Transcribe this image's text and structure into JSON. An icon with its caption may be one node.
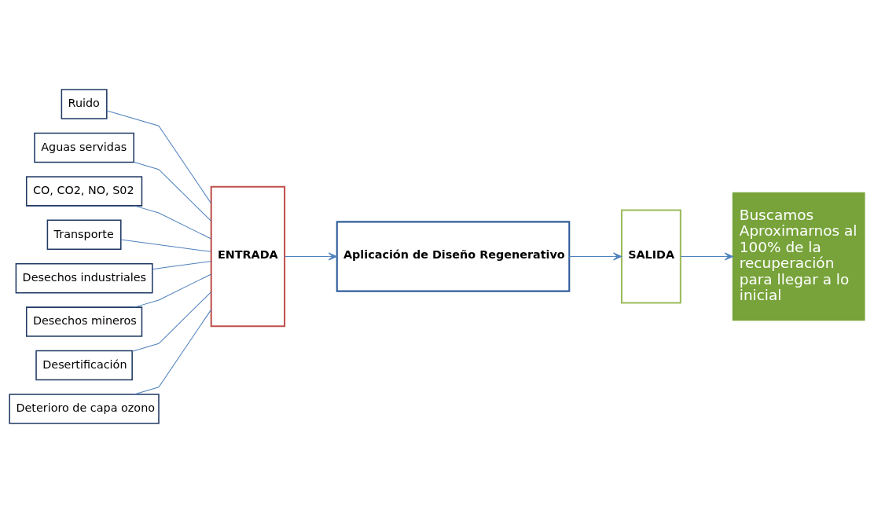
{
  "diagram": {
    "nodes": [
      {
        "text": [
          "Ruido"
        ]
      },
      {
        "text": [
          "Aguas servidas"
        ]
      },
      {
        "text": [
          "CO, CO2, NO, S02"
        ]
      },
      {
        "text": [
          "Transporte"
        ]
      },
      {
        "text": [
          "Desechos industriales"
        ]
      },
      {
        "text": [
          "Desechos mineros"
        ]
      },
      {
        "text": [
          "Desertificación"
        ]
      },
      {
        "text": [
          "Deterioro de capa ozono"
        ]
      },
      {
        "text": [
          "ENTRADA"
        ]
      },
      {
        "text": [
          "Aplicación de Diseño Regenerativo"
        ]
      },
      {
        "text": [
          "SALIDA"
        ]
      },
      {
        "text": [
          "Buscamos Aproximarnos al 100% de la recuperación para llegar a lo inicial"
        ]
      }
    ],
    "edges": [
      {
        "from": 0,
        "to": 8,
        "arrow": "none"
      },
      {
        "from": 1,
        "to": 8,
        "arrow": "none"
      },
      {
        "from": 2,
        "to": 8,
        "arrow": "none"
      },
      {
        "from": 3,
        "to": 8,
        "arrow": "none"
      },
      {
        "from": 4,
        "to": 8,
        "arrow": "none"
      },
      {
        "from": 5,
        "to": 8,
        "arrow": "none"
      },
      {
        "from": 6,
        "to": 8,
        "arrow": "none"
      },
      {
        "from": 7,
        "to": 8,
        "arrow": "none"
      },
      {
        "from": 8,
        "to": 9,
        "arrow": "to"
      },
      {
        "from": 9,
        "to": 10,
        "arrow": "to"
      },
      {
        "from": 10,
        "to": 11,
        "arrow": "to"
      }
    ]
  }
}
